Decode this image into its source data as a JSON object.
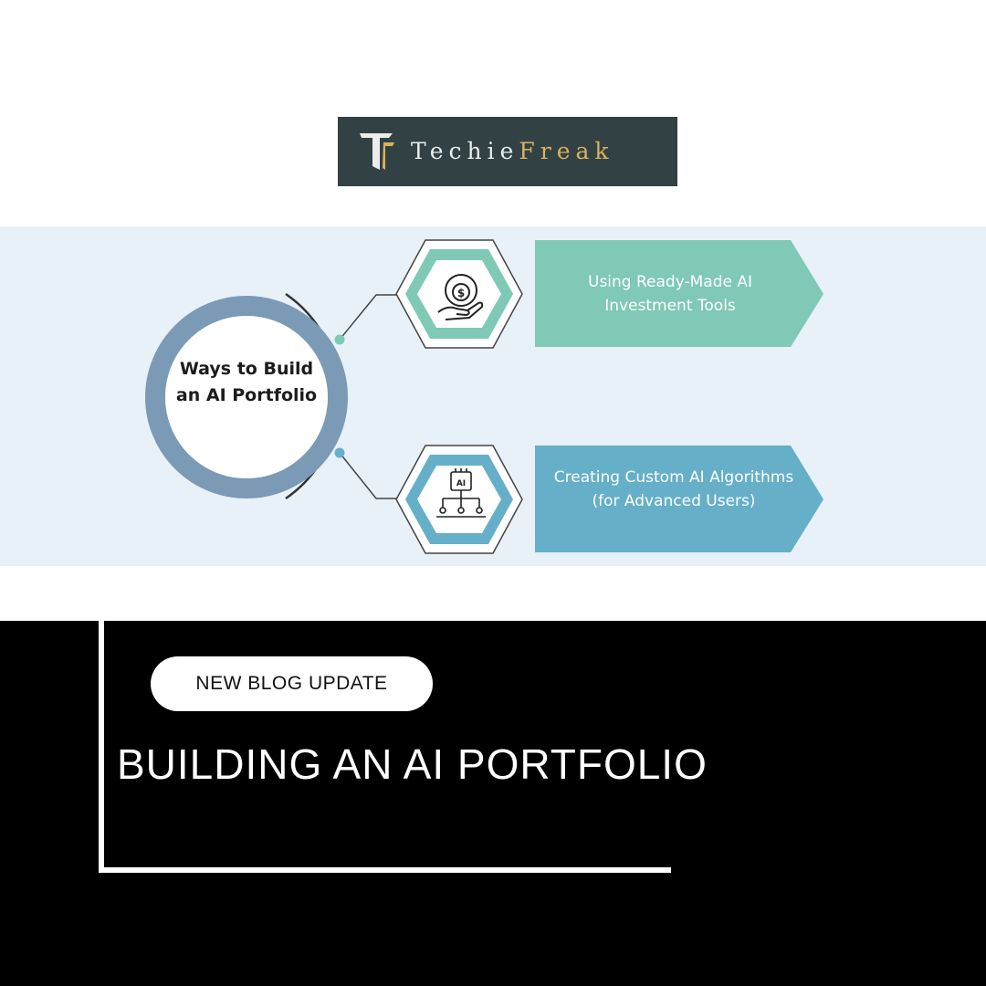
{
  "logo": {
    "text_part1": "Techie",
    "text_part2": "Freak",
    "bg_color": "#324244",
    "accent_color": "#d9b25a"
  },
  "diagram": {
    "center_label": "Ways to Build an AI Portfolio",
    "items": [
      {
        "label": "Using Ready-Made AI Investment Tools",
        "icon": "money-gear-hand-icon",
        "color": "#7fc9b6"
      },
      {
        "label": "Creating Custom AI Algorithms (for Advanced Users)",
        "icon": "ai-chip-network-icon",
        "color": "#66afc8"
      }
    ],
    "ai_chip_text": "AI"
  },
  "banner": {
    "badge": "NEW BLOG UPDATE",
    "headline": "BUILDING AN AI PORTFOLIO"
  }
}
